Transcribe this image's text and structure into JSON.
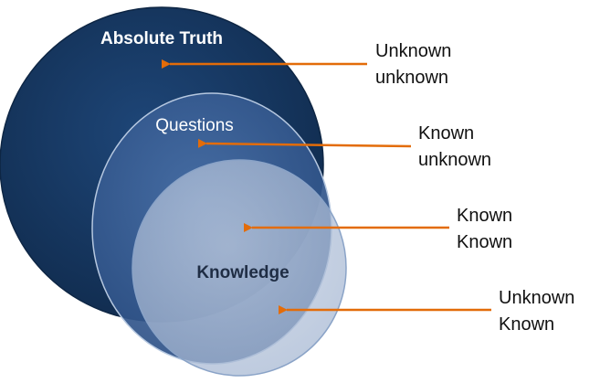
{
  "diagram": {
    "circles": {
      "absolute_truth": "Absolute Truth",
      "questions": "Questions",
      "knowledge": "Knowledge"
    },
    "annotations": [
      {
        "line1": "Unknown",
        "line2": "unknown"
      },
      {
        "line1": "Known",
        "line2": "unknown"
      },
      {
        "line1": "Known",
        "line2": "Known"
      },
      {
        "line1": "Unknown",
        "line2": "Known"
      }
    ]
  },
  "colors": {
    "absolute_truth_fill": "#16375f",
    "questions_fill": "#3a5f97",
    "knowledge_fill": "#b4c3db",
    "arrow": "#e36c09",
    "circle_text_light": "#ffffff",
    "circle_text_dark": "#1f2d44"
  }
}
